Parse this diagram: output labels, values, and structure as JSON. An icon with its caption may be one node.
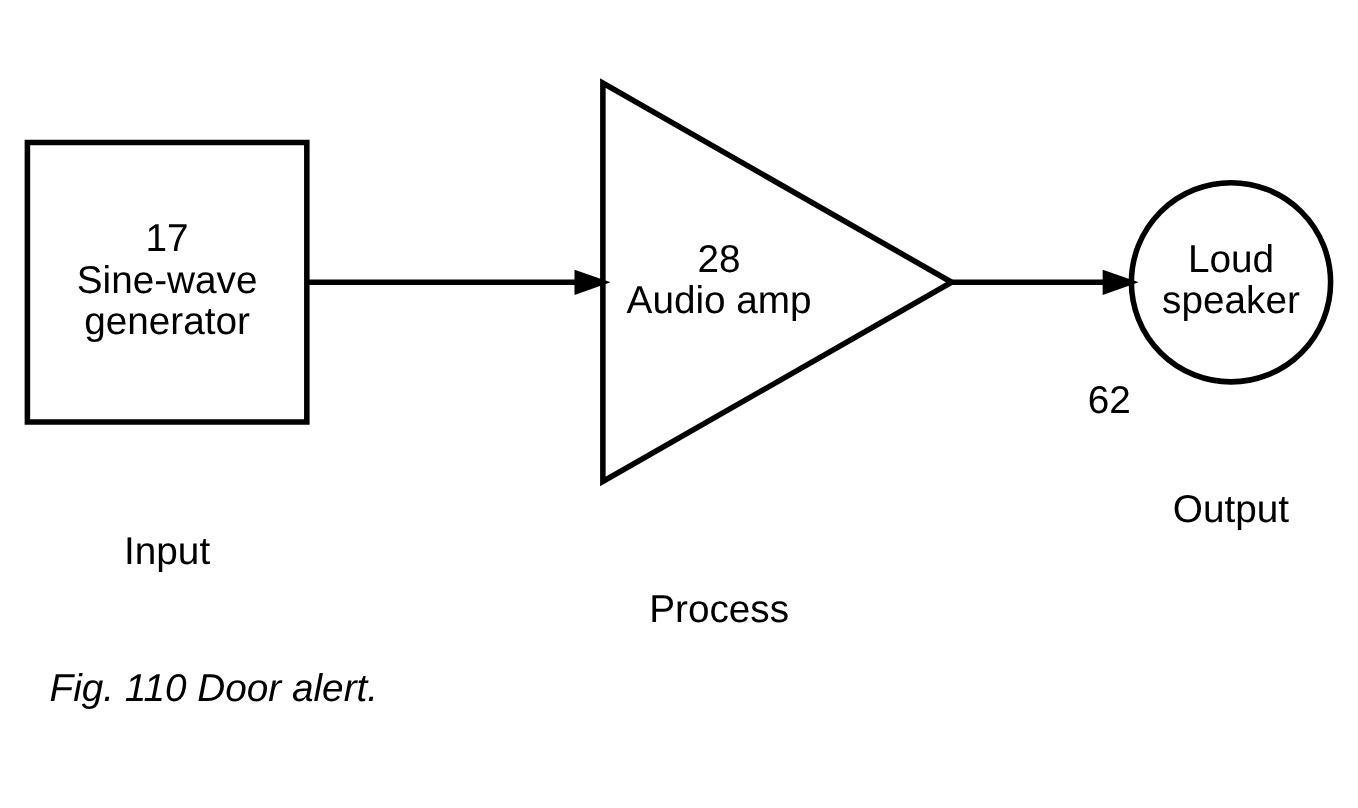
{
  "diagram": {
    "caption": "Fig. 110 Door alert.",
    "nodes": [
      {
        "text": [
          "17",
          "Sine-wave generator"
        ]
      },
      {
        "text": [
          "28",
          "Audio amp"
        ]
      },
      {
        "text": [
          "Loud speaker"
        ],
        "beside": [
          "62"
        ]
      }
    ],
    "edges": [
      {
        "from": 0,
        "to": 1,
        "arrow": "to"
      },
      {
        "from": 1,
        "to": 2,
        "arrow": "to"
      }
    ],
    "labels": [
      "Input",
      "Process",
      "Output"
    ]
  }
}
